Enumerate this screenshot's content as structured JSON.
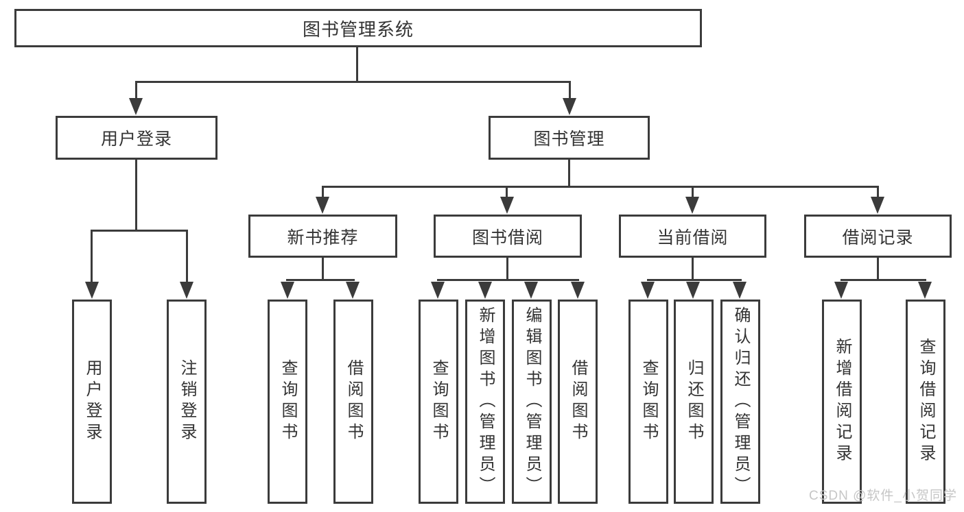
{
  "tree": {
    "root": {
      "label": "图书管理系统"
    },
    "branches": [
      {
        "label": "用户登录",
        "leaves": [
          {
            "label": "用户登录"
          },
          {
            "label": "注销登录"
          }
        ]
      },
      {
        "label": "图书管理",
        "groups": [
          {
            "label": "新书推荐",
            "leaves": [
              {
                "label": "查询图书"
              },
              {
                "label": "借阅图书"
              }
            ]
          },
          {
            "label": "图书借阅",
            "leaves": [
              {
                "label": "查询图书"
              },
              {
                "label": "新增图书（管理员）"
              },
              {
                "label": "编辑图书（管理员）"
              },
              {
                "label": "借阅图书"
              }
            ]
          },
          {
            "label": "当前借阅",
            "leaves": [
              {
                "label": "查询图书"
              },
              {
                "label": "归还图书"
              },
              {
                "label": "确认归还（管理员）"
              }
            ]
          },
          {
            "label": "借阅记录",
            "leaves": [
              {
                "label": "新增借阅记录"
              },
              {
                "label": "查询借阅记录"
              }
            ]
          }
        ]
      }
    ]
  },
  "watermark": {
    "text": "CSDN @软件_小贺同学"
  },
  "colors": {
    "line": "#3b3b3b",
    "text": "#333333",
    "watermark": "#c6c6c6",
    "background": "#ffffff"
  }
}
